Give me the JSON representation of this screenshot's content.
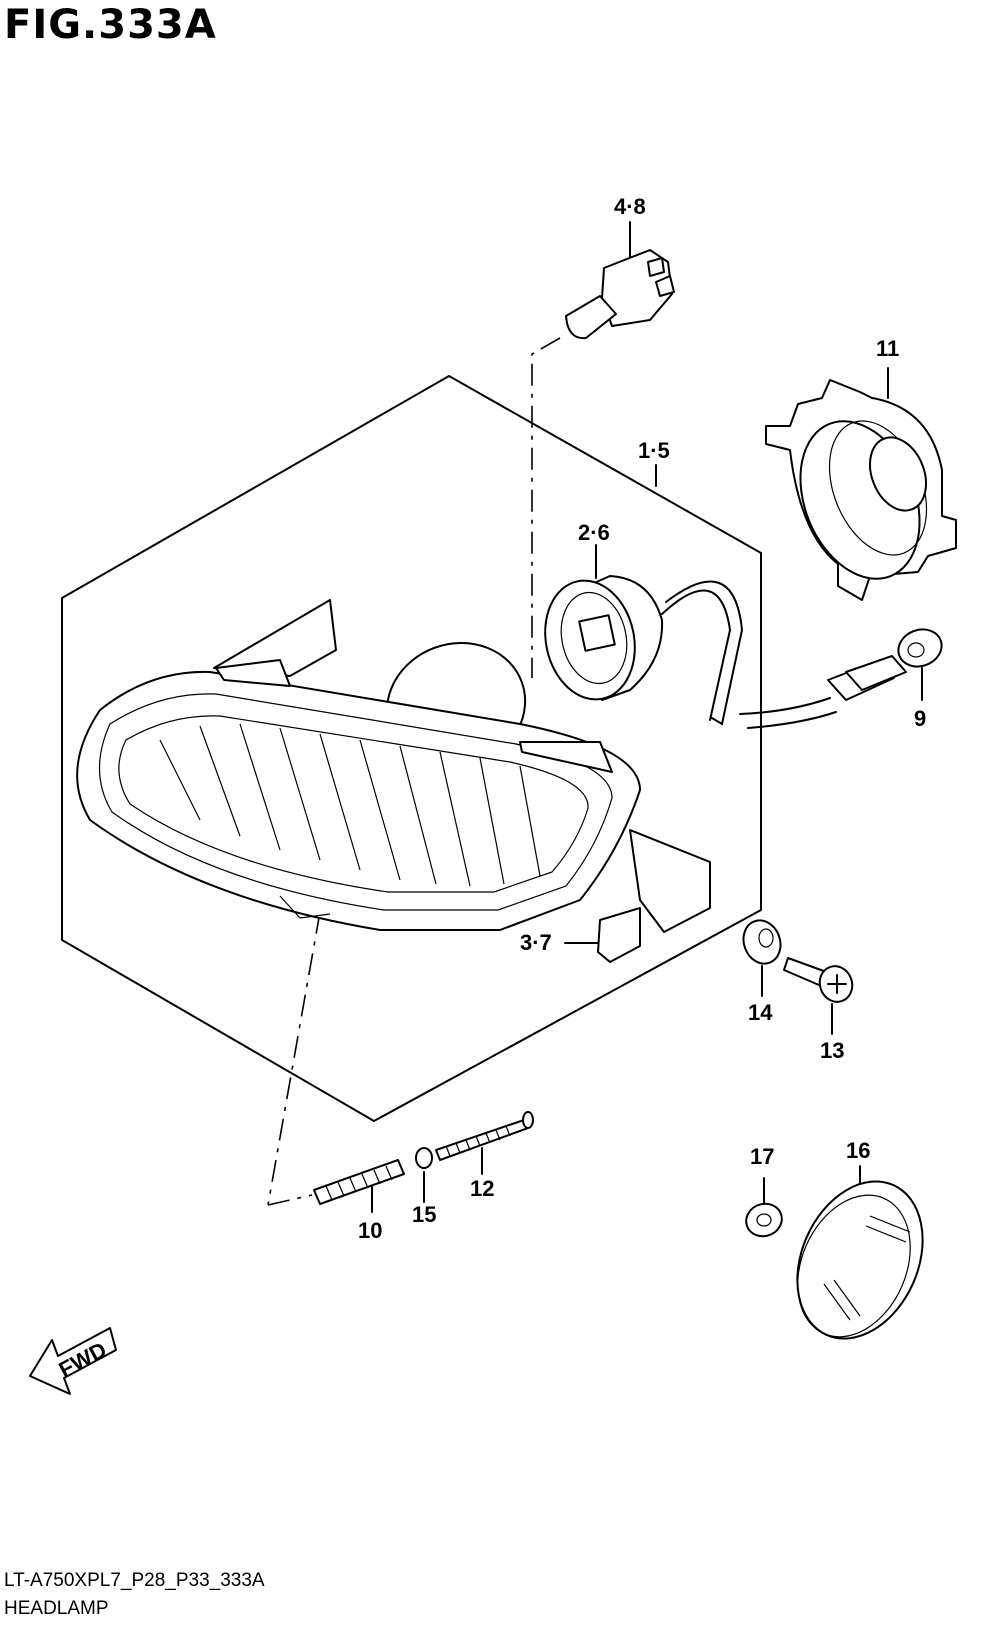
{
  "figure": {
    "title": "FIG.333A",
    "code": "LT-A750XPL7_P28_P33_333A",
    "caption": "HEADLAMP"
  },
  "fwd_label": "FWD",
  "callouts": {
    "p48": "4·8",
    "p11": "11",
    "p15": "1·5",
    "p26": "2·6",
    "p9": "9",
    "p37": "3·7",
    "p14": "14",
    "p13": "13",
    "p17": "17",
    "p16": "16",
    "p12": "12",
    "p15b": "15",
    "p10": "10"
  }
}
